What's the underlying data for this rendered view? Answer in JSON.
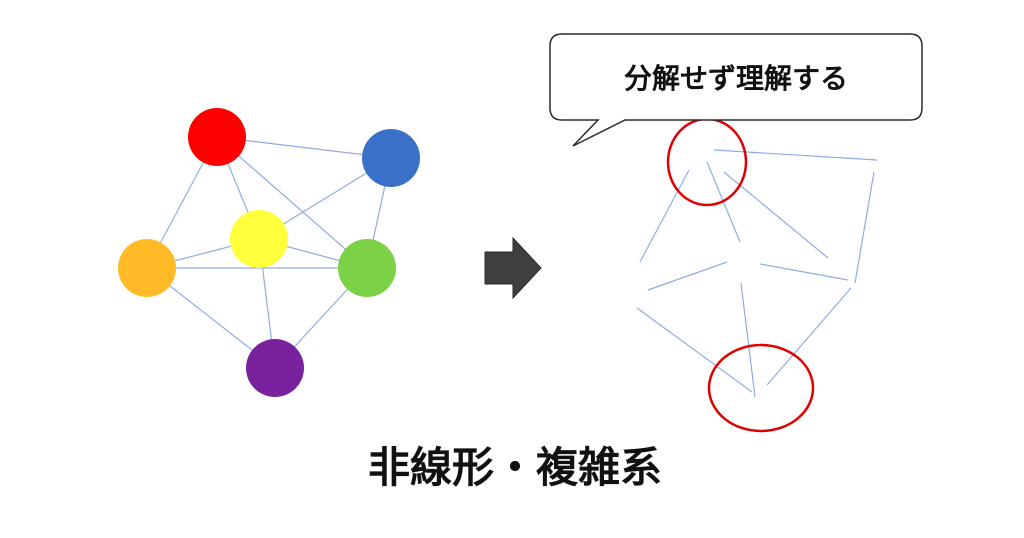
{
  "callout": {
    "text": "分解せず理解する"
  },
  "caption": {
    "text": "非線形・複雑系"
  },
  "network": {
    "nodes": [
      {
        "id": "red",
        "color": "#ff0000"
      },
      {
        "id": "blue",
        "color": "#3a70c8"
      },
      {
        "id": "yellow",
        "color": "#ffff3c"
      },
      {
        "id": "orange",
        "color": "#ffba26"
      },
      {
        "id": "green",
        "color": "#7cd146"
      },
      {
        "id": "purple",
        "color": "#7a219e"
      }
    ],
    "edges": [
      [
        "red",
        "blue"
      ],
      [
        "red",
        "yellow"
      ],
      [
        "red",
        "green"
      ],
      [
        "red",
        "orange"
      ],
      [
        "blue",
        "yellow"
      ],
      [
        "blue",
        "green"
      ],
      [
        "yellow",
        "orange"
      ],
      [
        "yellow",
        "green"
      ],
      [
        "yellow",
        "purple"
      ],
      [
        "orange",
        "green"
      ],
      [
        "orange",
        "purple"
      ],
      [
        "green",
        "purple"
      ]
    ]
  },
  "colors": {
    "edge": "#8eaee0",
    "highlight": "#e00000",
    "arrow": "#3f3f3f"
  }
}
